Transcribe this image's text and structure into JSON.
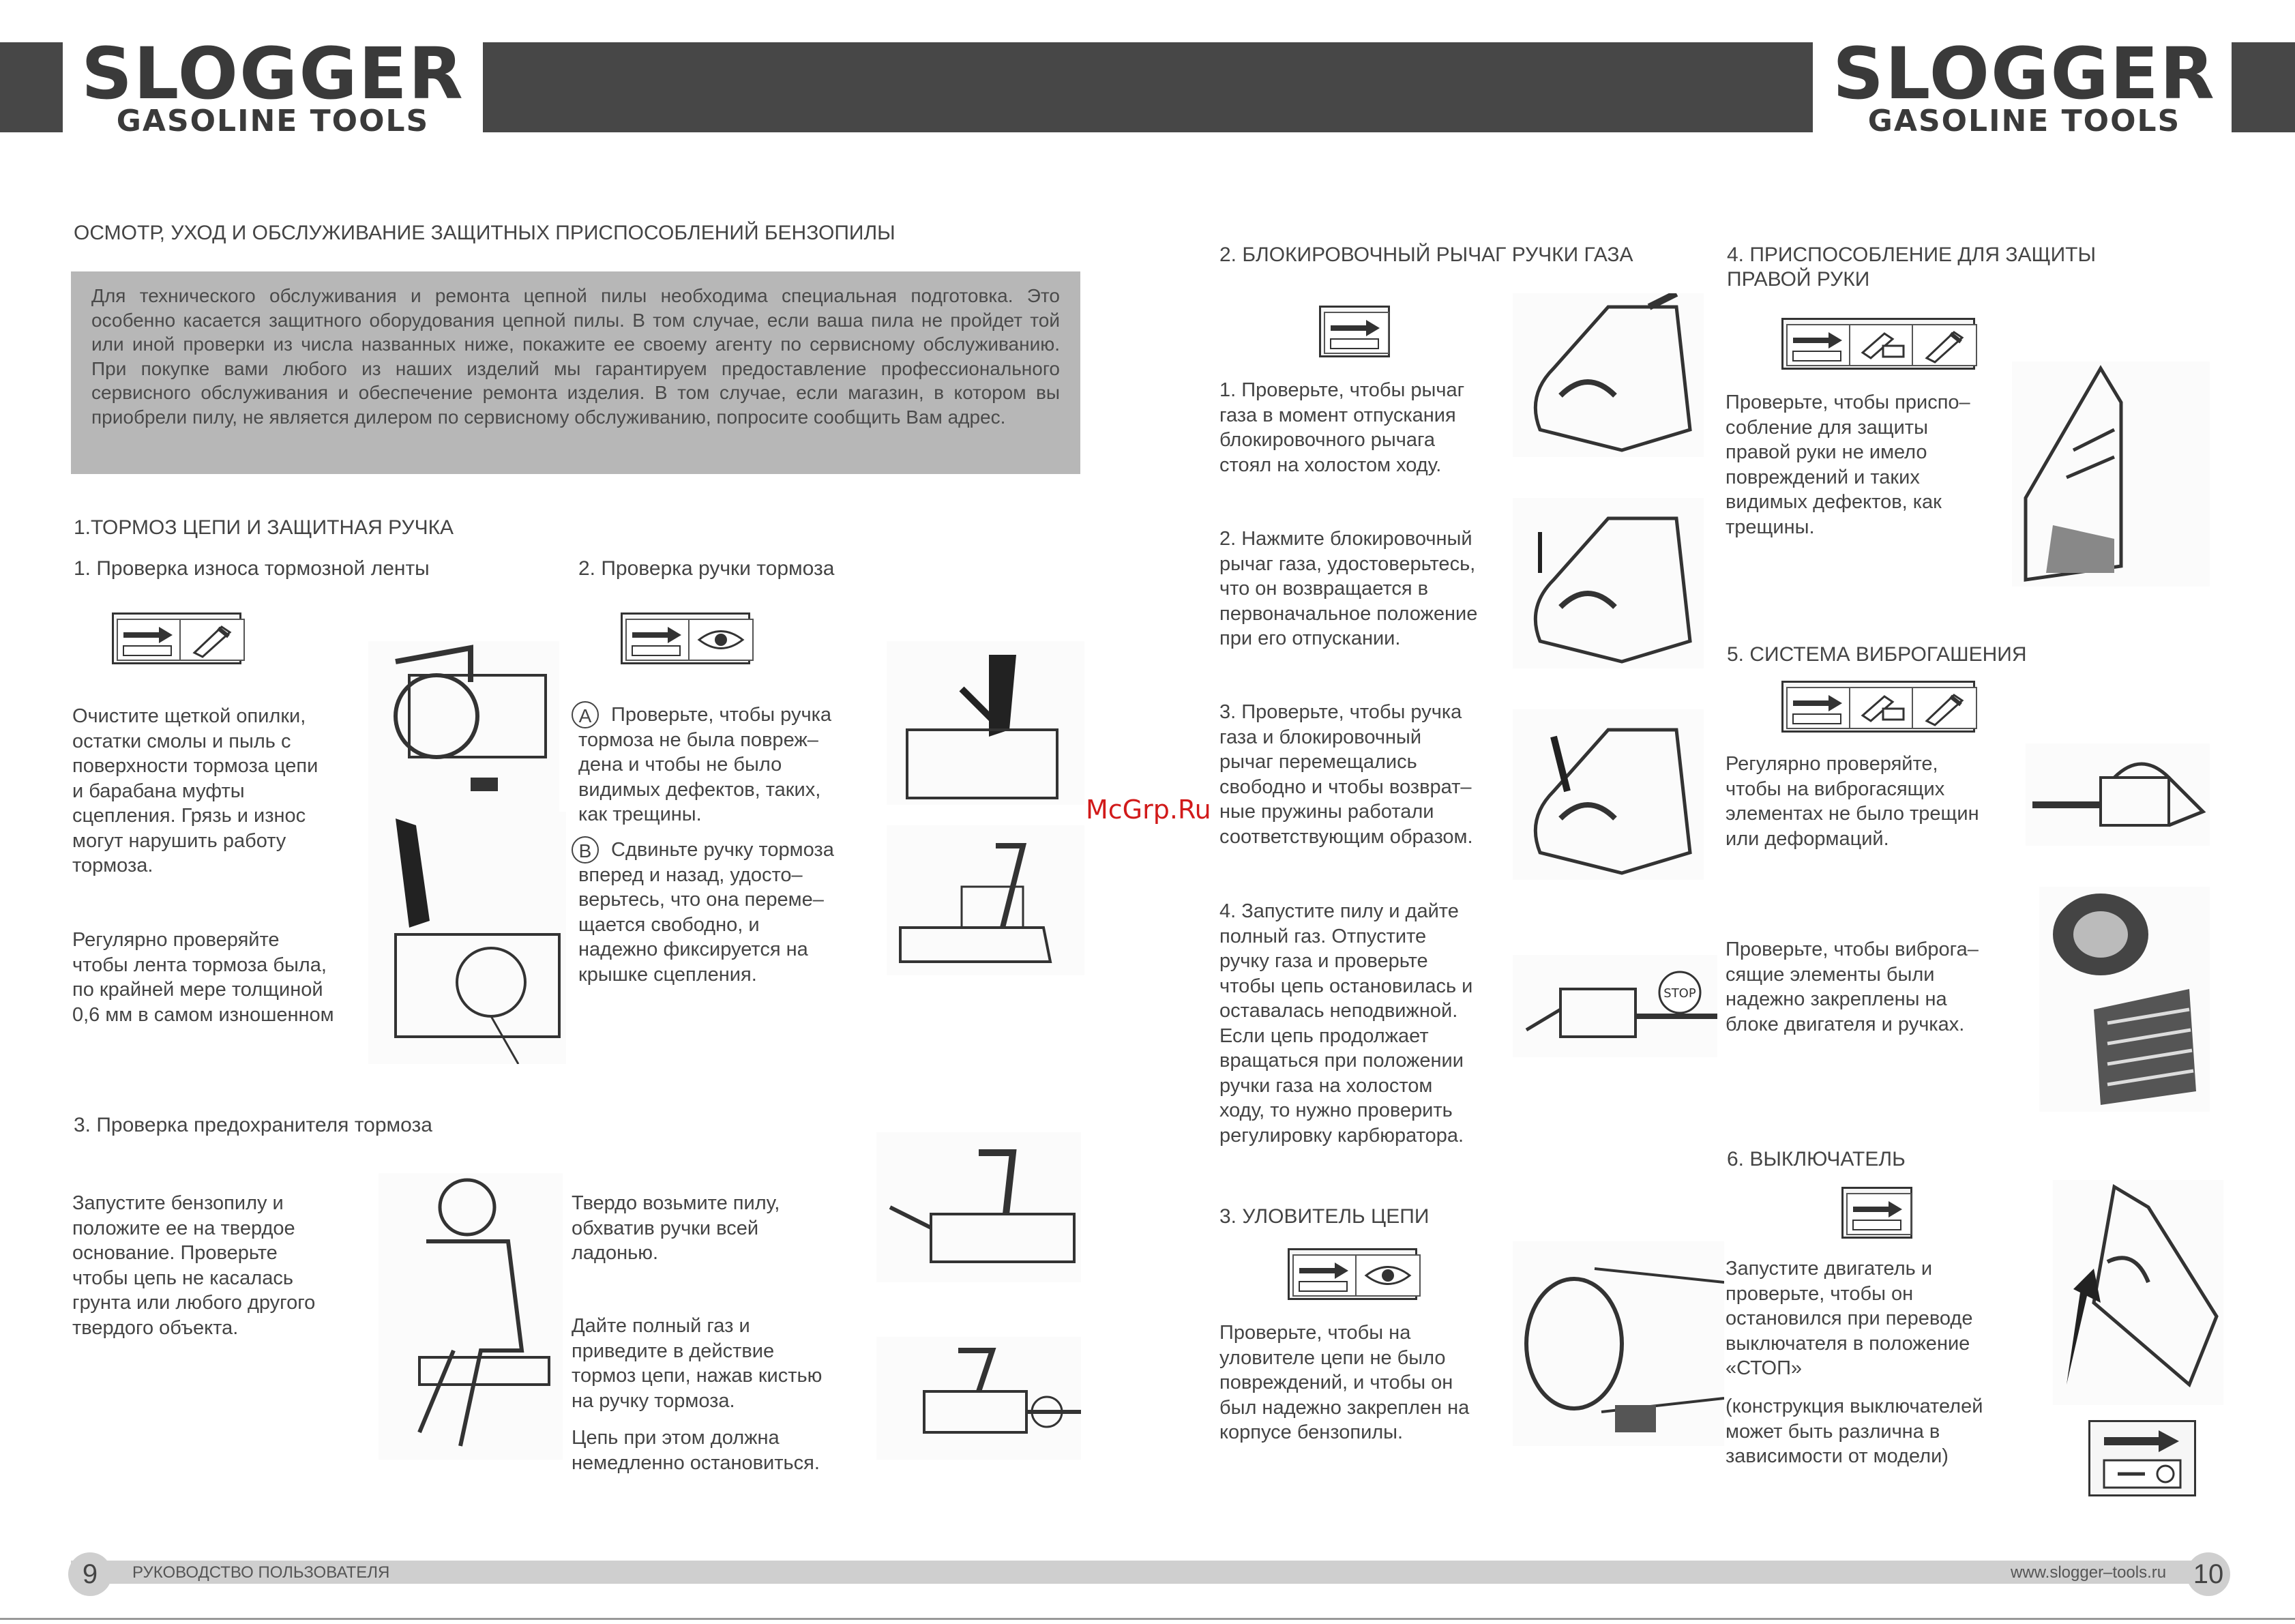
{
  "brand": {
    "name": "SLOGGER",
    "tagline": "GASOLINE TOOLS"
  },
  "left": {
    "main_title": "ОСМОТР, УХОД И ОБСЛУЖИВАНИЕ ЗАЩИТНЫХ ПРИСПОСОБЛЕНИЙ БЕНЗОПИЛЫ",
    "intro": "Для технического обслуживания и ремонта цепной пилы необходима специальная подготовка. Это особенно касается защитного оборудования цепной пилы. В том случае, если ваша пила не пройдет той или иной проверки из числа названных ниже, покажите ее своему агенту по сервисному обслуживанию. При покупке вами любого из наших изделий мы гарантируем предоставление профессионального сервисного обслуживания и обеспечение ремонта изделия. В том случае, если магазин, в котором вы приобрели пилу, не является дилером по сервисному обслуживанию, попросите сообщить Вам адрес.",
    "s1_title": "1.ТОРМОЗ ЦЕПИ И ЗАЩИТНАЯ РУЧКА",
    "s1_1_title": "1. Проверка износа тормозной ленты",
    "s1_1_p1": [
      "Очистите щеткой опилки,",
      "остатки смолы и пыль с",
      "поверхности тормоза цепи",
      "и барабана муфты",
      "сцепления. Грязь и износ",
      "могут нарушить работу",
      "тормоза."
    ],
    "s1_1_p2": [
      "Регулярно проверяйте",
      "чтобы лента тормоза была,",
      "по крайней мере толщиной",
      "0,6 мм в самом изношенном"
    ],
    "s1_2_title": "2. Проверка ручки тормоза",
    "s1_2_a_label": "A",
    "s1_2_a": [
      "Проверьте, чтобы ручка",
      "тормоза не была повреж–",
      "дена и чтобы не было",
      "видимых дефектов, таких,",
      "как трещины."
    ],
    "s1_2_b_label": "B",
    "s1_2_b": [
      "Сдвиньте ручку тормоза",
      "вперед и назад, удосто–",
      "верьтесь, что она переме–",
      "щается свободно, и",
      "надежно фиксируется на",
      "крышке сцепления."
    ],
    "s1_3_title": "3. Проверка предохранителя тормоза",
    "s1_3_p1": [
      "Запустите бензопилу и",
      "положите ее на твердое",
      "основание.  Проверьте",
      "чтобы цепь не касалась",
      "грунта или любого другого",
      "твердого объекта."
    ],
    "s1_3_p2": [
      "Твердо возьмите пилу,",
      "обхватив ручки всей",
      "ладонью."
    ],
    "s1_3_p3": [
      "Дайте полный газ и",
      "приведите в действие",
      "тормоз цепи, нажав кистью",
      "на ручку тормоза."
    ],
    "s1_3_p4": [
      "Цепь при этом должна",
      "немедленно остановиться."
    ]
  },
  "right": {
    "s2_title": "2. БЛОКИРОВОЧНЫЙ РЫЧАГ РУЧКИ ГАЗА",
    "s2_p1": [
      "1. Проверьте, чтобы рычаг",
      "газа в момент отпускания",
      "блокировочного рычага",
      "стоял на холостом ходу."
    ],
    "s2_p2": [
      "2. Нажмите блокировочный",
      "рычаг газа, удостоверьтесь,",
      "что он возвращается в",
      "первоначальное положение",
      "при его отпускании."
    ],
    "s2_p3": [
      "3. Проверьте, чтобы ручка",
      "газа и блокировочный",
      "рычаг перемещались",
      "свободно и чтобы возврат–",
      "ные пружины работали",
      "соответствующим образом."
    ],
    "s2_p4": [
      "4. Запустите пилу и дайте",
      "полный газ. Отпустите",
      "ручку газа и проверьте",
      "чтобы цепь остановилась и",
      "оставалась неподвижной.",
      "Если цепь продолжает",
      "вращаться при положении",
      "ручки газа на холостом",
      "ходу, то нужно проверить",
      "регулировку карбюратора."
    ],
    "s3_title": "3. УЛОВИТЕЛЬ ЦЕПИ",
    "s3_p1": [
      "Проверьте, чтобы на",
      "уловителе цепи не было",
      "повреждений, и чтобы он",
      "был надежно закреплен на",
      "корпусе бензопилы."
    ],
    "s4_title": [
      "4. ПРИСПОСОБЛЕНИЕ ДЛЯ ЗАЩИТЫ",
      "ПРАВОЙ РУКИ"
    ],
    "s4_p1": [
      "Проверьте, чтобы приспо–",
      "собление для защиты",
      "правой руки не имело",
      "повреждений и таких",
      "видимых дефектов, как",
      "трещины."
    ],
    "s5_title": "5. СИСТЕМА ВИБРОГАШЕНИЯ",
    "s5_p1": [
      "Регулярно проверяйте,",
      "чтобы на виброгасящих",
      "элементах не было трещин",
      "или деформаций."
    ],
    "s5_p2": [
      "Проверьте, чтобы виброга–",
      "сящие элементы были",
      "надежно закреплены на",
      "блоке двигателя и ручках."
    ],
    "s6_title": "6. ВЫКЛЮЧАТЕЛЬ",
    "s6_p1": [
      "Запустите двигатель и",
      "проверьте, чтобы он",
      "остановился при переводе",
      "выключателя в положение",
      "«СТОП»"
    ],
    "s6_p2": [
      "(конструкция выключателей",
      "может быть различна в",
      "зависимости от модели)"
    ],
    "stop_label": "STOP"
  },
  "watermark": "McGrp.Ru",
  "footer": {
    "left_page": "9",
    "left_text": "РУКОВОДСТВО ПОЛЬЗОВАТЕЛЯ",
    "right_text": "www.slogger–tools.ru",
    "right_page": "10"
  }
}
